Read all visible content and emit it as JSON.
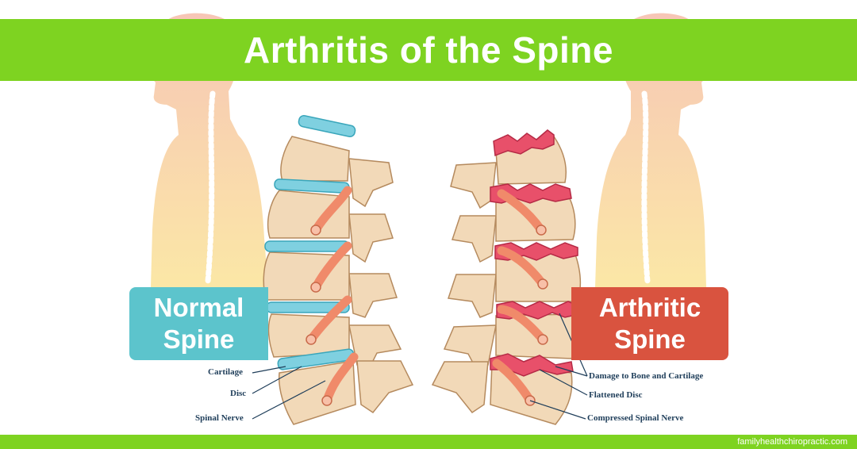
{
  "title": "Arthritis of the Spine",
  "labels": {
    "normal_line1": "Normal",
    "normal_line2": "Spine",
    "arthritic_line1": "Arthritic",
    "arthritic_line2": "Spine"
  },
  "callouts_normal": [
    "Cartilage",
    "Disc",
    "Spinal Nerve"
  ],
  "callouts_arthritic": [
    "Damage to Bone and Cartilage",
    "Flattened Disc",
    "Compressed Spinal Nerve"
  ],
  "footer": "familyhealthchiropractic.com",
  "colors": {
    "green": "#7ed321",
    "teal": "#5cc4cc",
    "red": "#d9533f",
    "bone": "#f2d9b8",
    "bone_outline": "#b58a5e",
    "disc_blue": "#7fd0e0",
    "disc_red": "#e8506a",
    "nerve": "#f08a6a",
    "skin": "#f7cdbb"
  }
}
